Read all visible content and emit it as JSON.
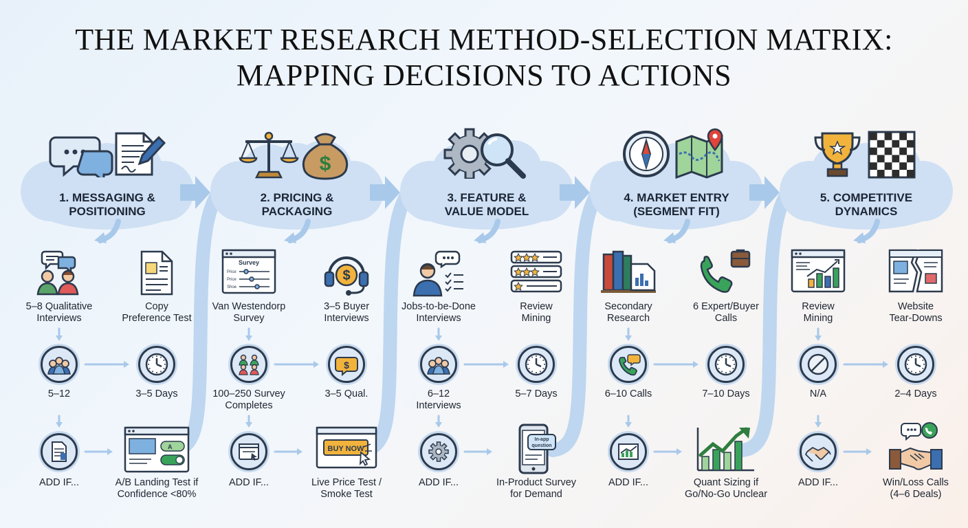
{
  "title": {
    "line1": "THE MARKET RESEARCH METHOD-SELECTION MATRIX:",
    "line2": "MAPPING DECISIONS TO ACTIONS"
  },
  "columns": [
    {
      "title_line1": "1. MESSAGING &",
      "title_line2": "POSITIONING",
      "method_a": [
        "5–8 Qualitative",
        "Interviews"
      ],
      "method_b": [
        "Copy",
        "Preference Test"
      ],
      "sample": [
        "5–12"
      ],
      "duration": [
        "3–5 Days"
      ],
      "add_if": [
        "ADD IF..."
      ],
      "add_action": [
        "A/B Landing Test if",
        "Confidence <80%"
      ]
    },
    {
      "title_line1": "2. PRICING &",
      "title_line2": "PACKAGING",
      "method_a": [
        "Van Westendorp",
        "Survey"
      ],
      "method_b": [
        "3–5 Buyer",
        "Interviews"
      ],
      "sample": [
        "100–250 Survey",
        "Completes"
      ],
      "duration": [
        "3–5 Qual."
      ],
      "add_if": [
        "ADD IF..."
      ],
      "add_action": [
        "Live Price Test /",
        "Smoke Test"
      ]
    },
    {
      "title_line1": "3. FEATURE &",
      "title_line2": "VALUE MODEL",
      "method_a": [
        "Jobs-to-be-Done",
        "Interviews"
      ],
      "method_b": [
        "Review",
        "Mining"
      ],
      "sample": [
        "6–12",
        "Interviews"
      ],
      "duration": [
        "5–7 Days"
      ],
      "add_if": [
        "ADD IF..."
      ],
      "add_action": [
        "In-Product Survey",
        "for Demand"
      ]
    },
    {
      "title_line1": "4. MARKET ENTRY",
      "title_line2": "(SEGMENT FIT)",
      "method_a": [
        "Secondary",
        "Research"
      ],
      "method_b": [
        "6 Expert/Buyer",
        "Calls"
      ],
      "sample": [
        "6–10 Calls"
      ],
      "duration": [
        "7–10 Days"
      ],
      "add_if": [
        "ADD IF..."
      ],
      "add_action": [
        "Quant Sizing if",
        "Go/No-Go Unclear"
      ]
    },
    {
      "title_line1": "5. COMPETITIVE",
      "title_line2": "DYNAMICS",
      "method_a": [
        "Review",
        "Mining"
      ],
      "method_b": [
        "Website",
        "Tear-Downs"
      ],
      "sample": [
        "N/A"
      ],
      "duration": [
        "2–4 Days"
      ],
      "add_if": [
        "ADD IF..."
      ],
      "add_action": [
        "Win/Loss Calls",
        "(4–6 Deals)"
      ]
    }
  ],
  "icon_text": {
    "survey_heading": "Survey",
    "survey_rows": [
      "Price",
      "Price",
      "Shoe"
    ],
    "buy_now": "BUY NOW",
    "in_app_line1": "In-app",
    "in_app_line2": "question"
  },
  "colors": {
    "flow_blue": "#a9c9ea",
    "cloud_blue": "#cfe0f4",
    "badge_fill": "#dce8f6",
    "outline": "#2c3a4d",
    "growth_green": "#3aa35b",
    "money_gold": "#f2b33c"
  }
}
